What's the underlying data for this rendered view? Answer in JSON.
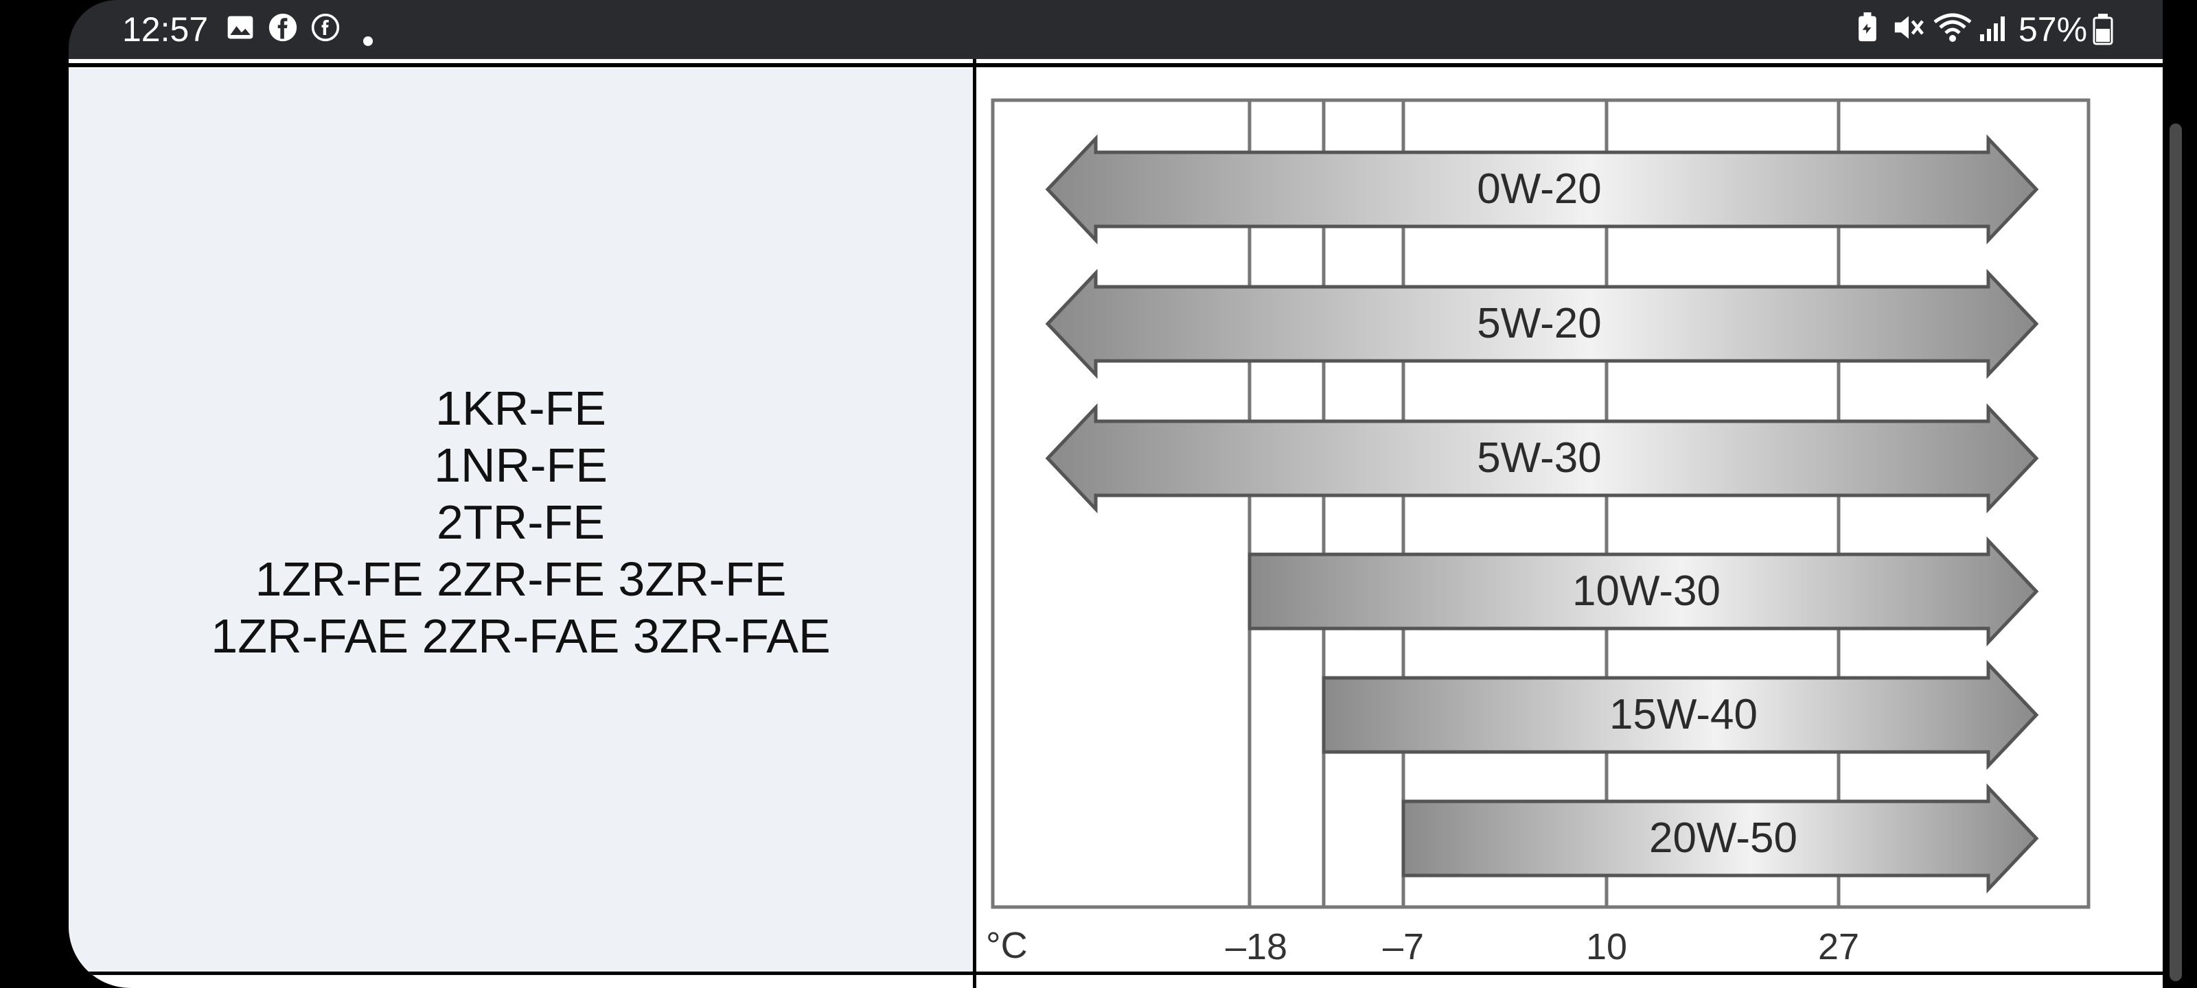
{
  "status_bar": {
    "time": "12:57",
    "notification_icons": [
      "image-icon",
      "facebook-icon",
      "facebook-messenger-icon",
      "dot-icon"
    ],
    "system_icons": [
      "battery-saver-icon",
      "mute-icon",
      "wifi-icon",
      "signal-icon"
    ],
    "battery_percent": "57%"
  },
  "engines": [
    "1KR-FE",
    "1NR-FE",
    "2TR-FE",
    "1ZR-FE 2ZR-FE 3ZR-FE",
    "1ZR-FAE 2ZR-FAE 3ZR-FAE"
  ],
  "chart_data": {
    "type": "bar",
    "unit_label": "°C",
    "ticks": [
      "–18",
      "–7",
      "10",
      "27"
    ],
    "series": [
      {
        "name": "0W-20",
        "min_temp": "below range",
        "max_temp": "above range"
      },
      {
        "name": "5W-20",
        "min_temp": "below range",
        "max_temp": "above range"
      },
      {
        "name": "5W-30",
        "min_temp": "below range",
        "max_temp": "above range"
      },
      {
        "name": "10W-30",
        "min_temp": -18,
        "max_temp": "above range"
      },
      {
        "name": "15W-40",
        "min_temp": -12,
        "max_temp": "above range"
      },
      {
        "name": "20W-50",
        "min_temp": -7,
        "max_temp": "above range"
      }
    ]
  }
}
